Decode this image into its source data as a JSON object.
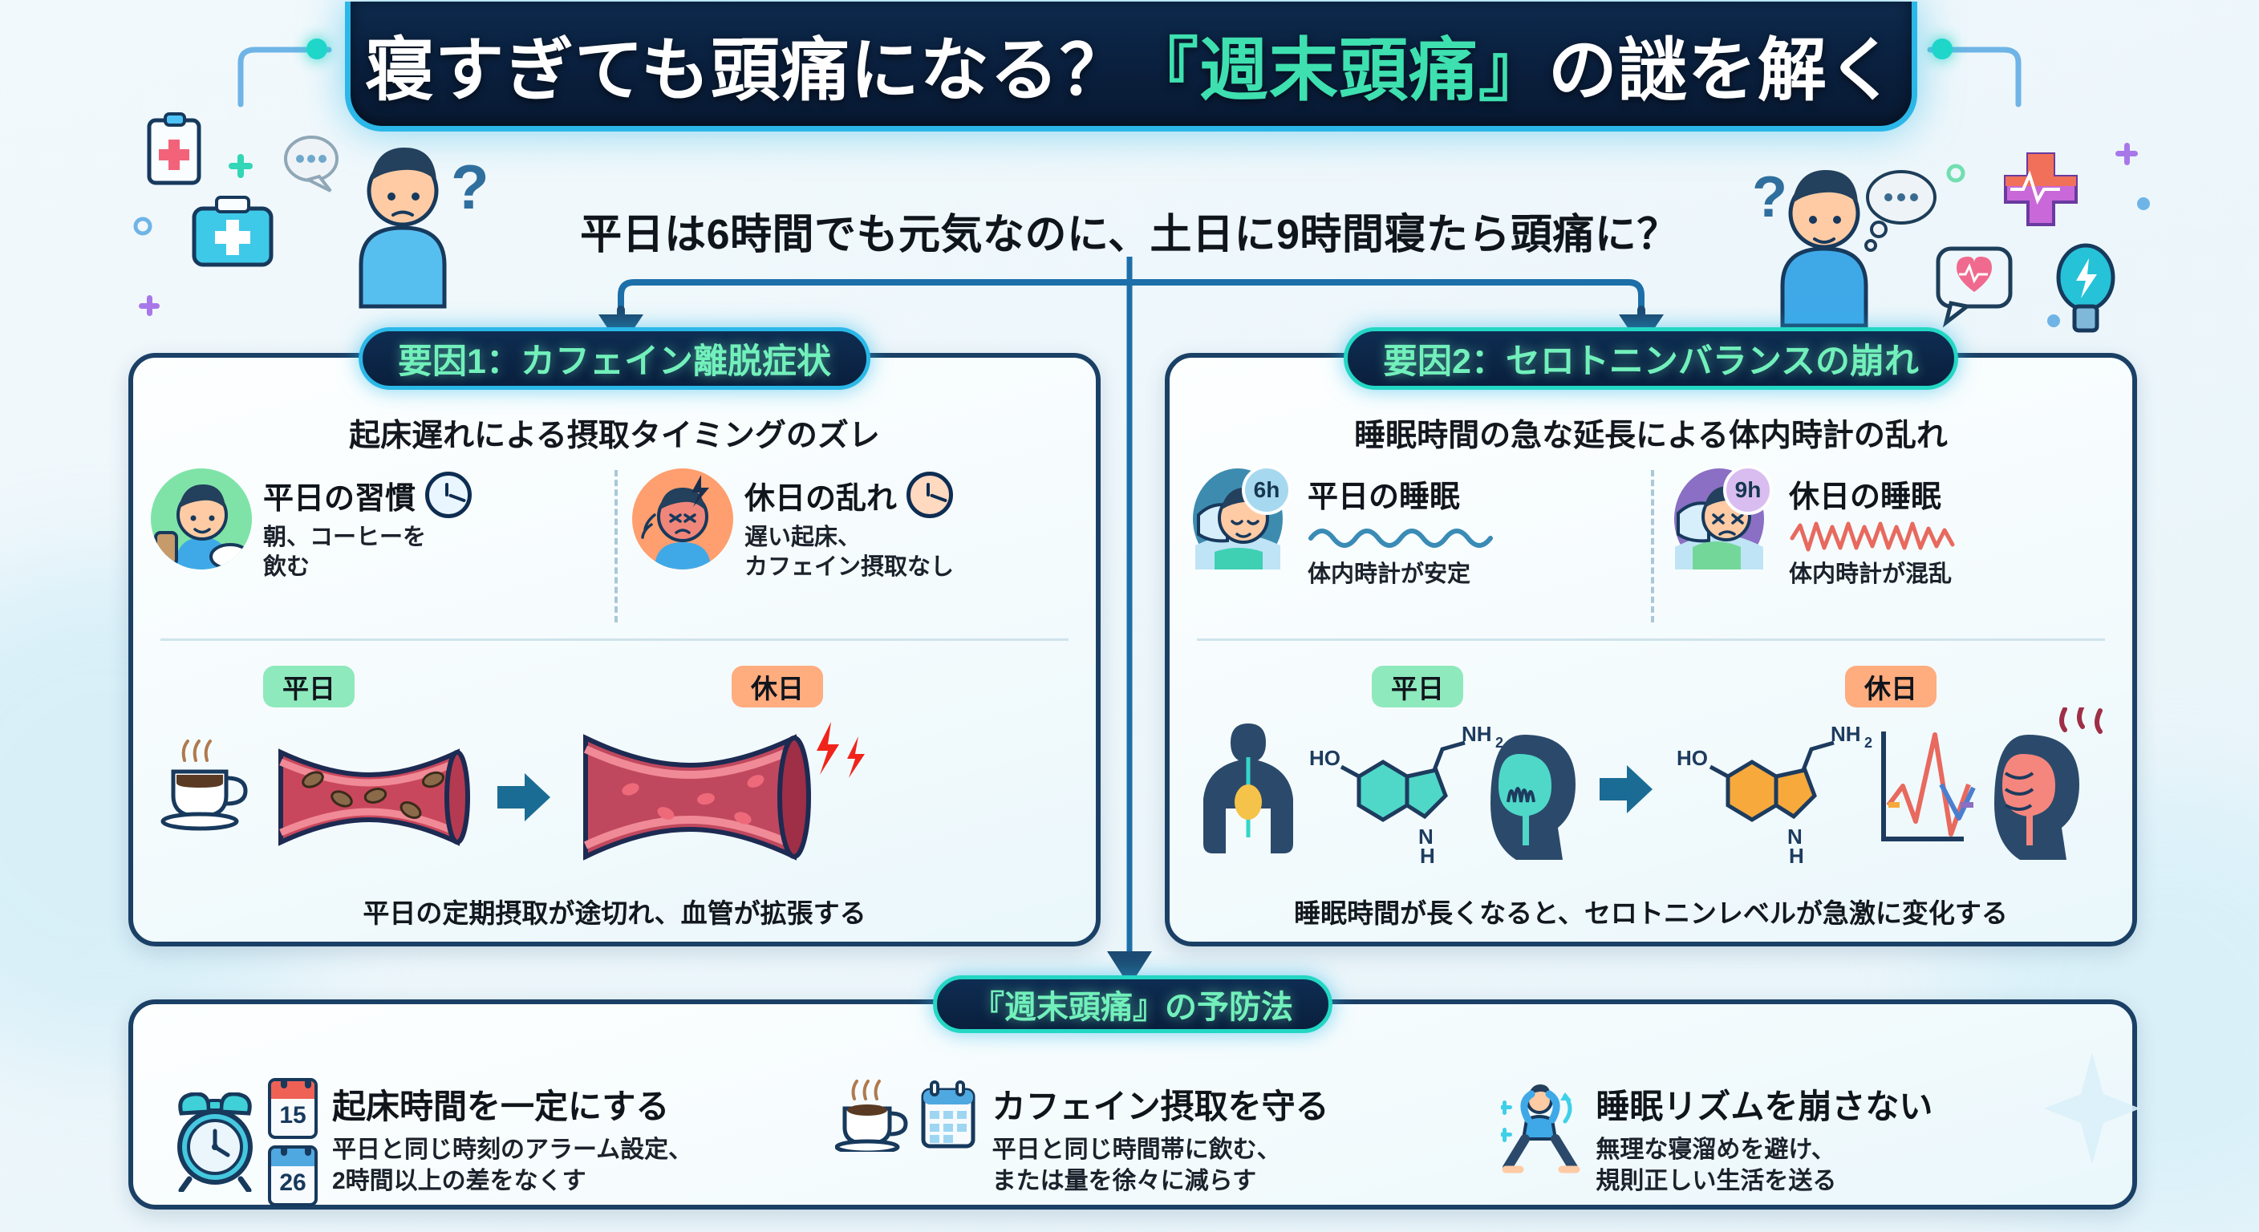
{
  "header": {
    "title_plain_1": "寝すぎても頭痛になる？",
    "title_highlight": "『週末頭痛』",
    "title_plain_2": "の謎を解く",
    "subtitle": "平日は6時間でも元気なのに、土日に9時間寝たら頭痛に？"
  },
  "colors": {
    "accent_cyan": "#2bb8e8",
    "accent_teal": "#23d7c4",
    "badge_text_green": "#72f0bb",
    "panel_border_navy": "#1b4066",
    "connector_blue": "#1c6fa8",
    "weekday_green": "#8ee9bd",
    "holiday_orange": "#ffac7e",
    "alert_red": "#e8392d"
  },
  "panel1": {
    "badge": "要因1：カフェイン離脱症状",
    "subtitle": "起床遅れによる摂取タイミングのズレ",
    "cards": [
      {
        "title": "平日の習慣",
        "body": "朝、コーヒーを\n飲む",
        "clock": "weekday"
      },
      {
        "title": "休日の乱れ",
        "body": "遅い起床、\nカフェイン摂取なし",
        "clock": "holiday"
      }
    ],
    "mech": {
      "left_badge": "平日",
      "right_badge": "休日",
      "caption": "平日の定期摂取が途切れ、血管が拡張する"
    }
  },
  "panel2": {
    "badge": "要因2：セロトニンバランスの崩れ",
    "subtitle": "睡眠時間の急な延長による体内時計の乱れ",
    "cards": [
      {
        "hours": "6h",
        "title": "平日の睡眠",
        "body": "体内時計が安定"
      },
      {
        "hours": "9h",
        "title": "休日の睡眠",
        "body": "体内時計が混乱"
      }
    ],
    "mech": {
      "left_badge": "平日",
      "right_badge": "休日",
      "caption": "睡眠時間が長くなると、セロトニンレベルが急激に変化する"
    }
  },
  "prevention": {
    "badge": "『週末頭痛』の予防法",
    "tips": [
      {
        "icon": "alarm-clock",
        "title": "起床時間を一定にする",
        "body": "平日と同じ時刻のアラーム設定、\n2時間以上の差をなくす",
        "cal_top": "15",
        "cal_bottom": "26"
      },
      {
        "icon": "coffee-cup",
        "title": "カフェイン摂取を守る",
        "body": "平日と同じ時間帯に飲む、\nまたは量を徐々に減らす"
      },
      {
        "icon": "yoga-person",
        "title": "睡眠リズムを崩さない",
        "body": "無理な寝溜めを避け、\n規則正しい生活を送る"
      }
    ]
  },
  "decor": {
    "left": [
      "clipboard-medical-icon",
      "first-aid-kit-icon",
      "speech-bubble-icon",
      "thinking-person-icon",
      "question-mark-icon",
      "plus-sparkle-icon"
    ],
    "right": [
      "worried-person-icon",
      "thought-bubble-icon",
      "medical-cross-pulse-icon",
      "heart-pulse-bubble-icon",
      "lightbulb-flash-icon",
      "question-mark-icon"
    ]
  }
}
